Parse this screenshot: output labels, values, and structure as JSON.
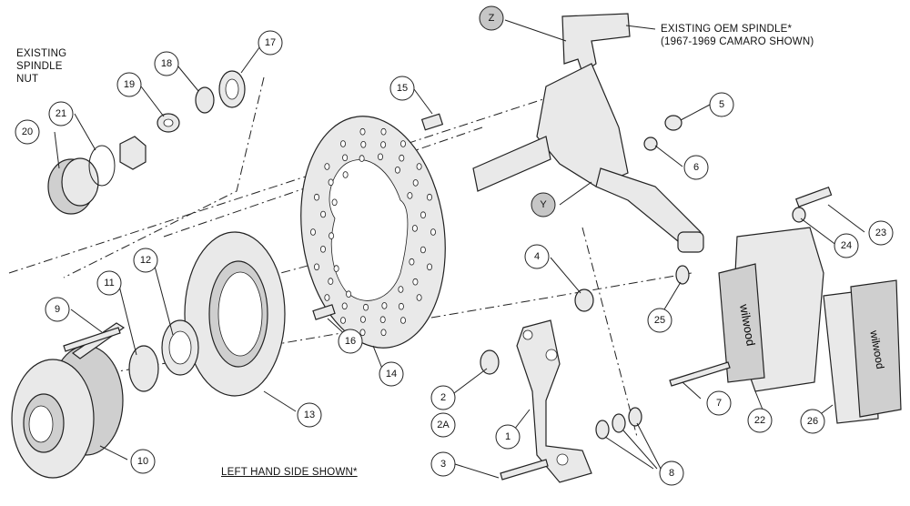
{
  "labels": {
    "existing_spindle_nut": [
      "EXISTING",
      "SPINDLE",
      "NUT"
    ],
    "existing_oem_spindle": [
      "EXISTING OEM SPINDLE*",
      "(1967-1969 CAMARO SHOWN)"
    ],
    "left_hand_side": "LEFT HAND SIDE SHOWN*",
    "caliper_brand": "wilwood"
  },
  "callouts": [
    "20",
    "21",
    "19",
    "18",
    "17",
    "15",
    "Z",
    "5",
    "6",
    "Y",
    "23",
    "24",
    "4",
    "25",
    "9",
    "11",
    "12",
    "16",
    "14",
    "2",
    "2A",
    "7",
    "22",
    "26",
    "1",
    "3",
    "8",
    "13",
    "10"
  ],
  "colors": {
    "line": "#222222",
    "part": "#e9e9e9",
    "shaded_callout": "#c6c6c6"
  }
}
